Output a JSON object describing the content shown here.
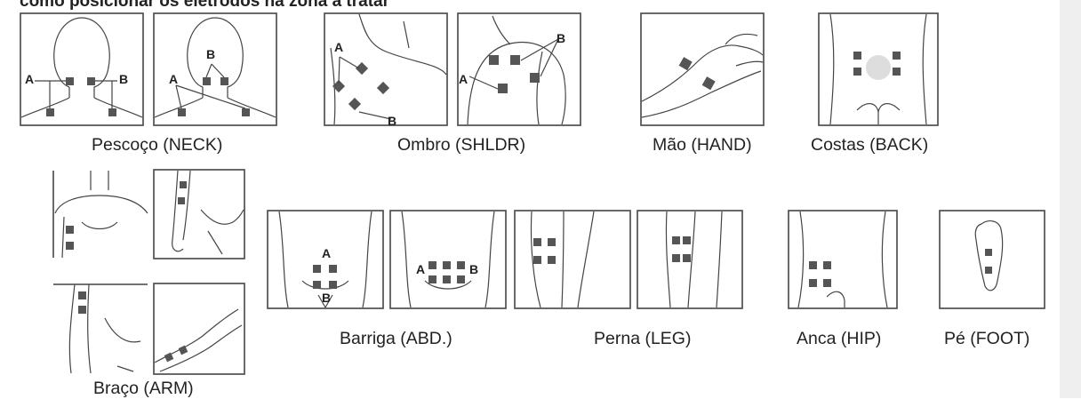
{
  "heading": "como posicionar os eletrodos na zona a tratar",
  "letters": {
    "a": "A",
    "b": "B"
  },
  "captions": {
    "neck": "Pescoço (NECK)",
    "shoulder": "Ombro (SHLDR)",
    "hand": "Mão (HAND)",
    "back": "Costas (BACK)",
    "arm": "Braço (ARM)",
    "abdomen": "Barriga (ABD.)",
    "leg": "Perna (LEG)",
    "hip": "Anca (HIP)",
    "foot": "Pé (FOOT)"
  },
  "colors": {
    "pad": "#555555",
    "line": "#444444",
    "sidebar": "#efefef"
  }
}
